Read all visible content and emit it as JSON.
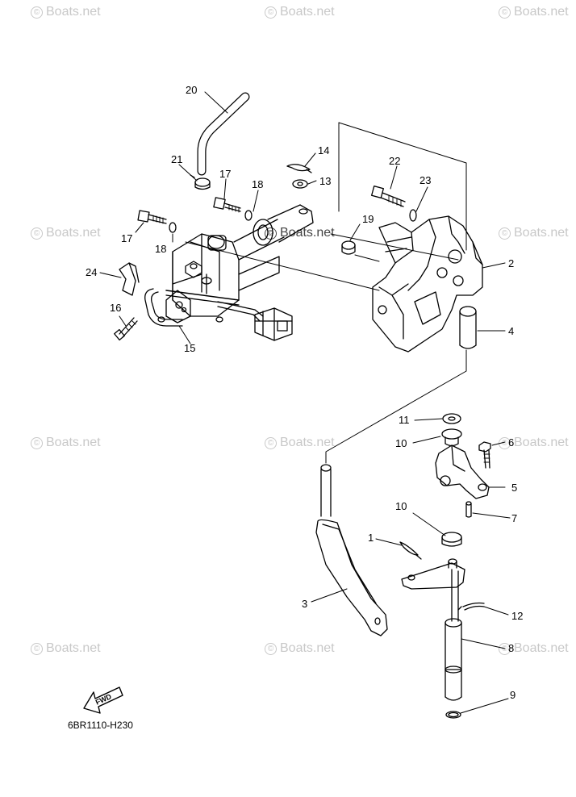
{
  "watermark": {
    "text": "Boats.net"
  },
  "figure_code": "6BR1110-H230",
  "fwd_label": "FWD",
  "callouts": [
    {
      "id": "c1",
      "text": "1"
    },
    {
      "id": "c2",
      "text": "2"
    },
    {
      "id": "c3",
      "text": "3"
    },
    {
      "id": "c4",
      "text": "4"
    },
    {
      "id": "c5",
      "text": "5"
    },
    {
      "id": "c6",
      "text": "6"
    },
    {
      "id": "c7",
      "text": "7"
    },
    {
      "id": "c8",
      "text": "8"
    },
    {
      "id": "c9",
      "text": "9"
    },
    {
      "id": "c10a",
      "text": "10"
    },
    {
      "id": "c10b",
      "text": "10"
    },
    {
      "id": "c11",
      "text": "11"
    },
    {
      "id": "c12",
      "text": "12"
    },
    {
      "id": "c13",
      "text": "13"
    },
    {
      "id": "c14",
      "text": "14"
    },
    {
      "id": "c15",
      "text": "15"
    },
    {
      "id": "c16",
      "text": "16"
    },
    {
      "id": "c17a",
      "text": "17"
    },
    {
      "id": "c17b",
      "text": "17"
    },
    {
      "id": "c18a",
      "text": "18"
    },
    {
      "id": "c18b",
      "text": "18"
    },
    {
      "id": "c19",
      "text": "19"
    },
    {
      "id": "c20",
      "text": "20"
    },
    {
      "id": "c21",
      "text": "21"
    },
    {
      "id": "c22",
      "text": "22"
    },
    {
      "id": "c23",
      "text": "23"
    },
    {
      "id": "c24",
      "text": "24"
    }
  ],
  "colors": {
    "line": "#000000",
    "watermark": "#c8c8c8",
    "background": "#ffffff"
  }
}
